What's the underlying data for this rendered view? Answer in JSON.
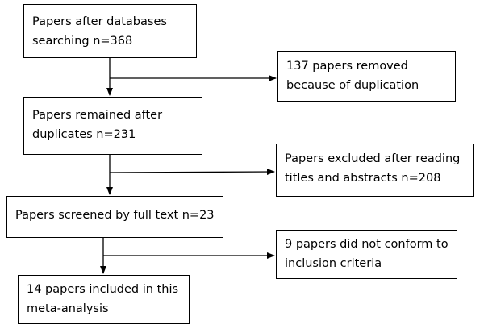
{
  "diagram": {
    "colors": {
      "line": "#000000",
      "box_border": "#000000",
      "box_fill": "#ffffff",
      "text": "#000000"
    },
    "main_steps": [
      {
        "line1": "Papers after databases",
        "line2": "searching n=368"
      },
      {
        "line1": "Papers remained after",
        "line2": "duplicates n=231"
      },
      {
        "line1": "Papers screened by full text n=23",
        "line2": ""
      },
      {
        "line1": "14 papers included in this",
        "line2": "meta-analysis"
      }
    ],
    "exclusions": [
      {
        "line1": "137 papers removed",
        "line2": "because of duplication"
      },
      {
        "line1": "Papers excluded after reading",
        "line2": "titles and abstracts n=208"
      },
      {
        "line1": "9 papers did not conform to",
        "line2": "inclusion criteria"
      }
    ]
  }
}
